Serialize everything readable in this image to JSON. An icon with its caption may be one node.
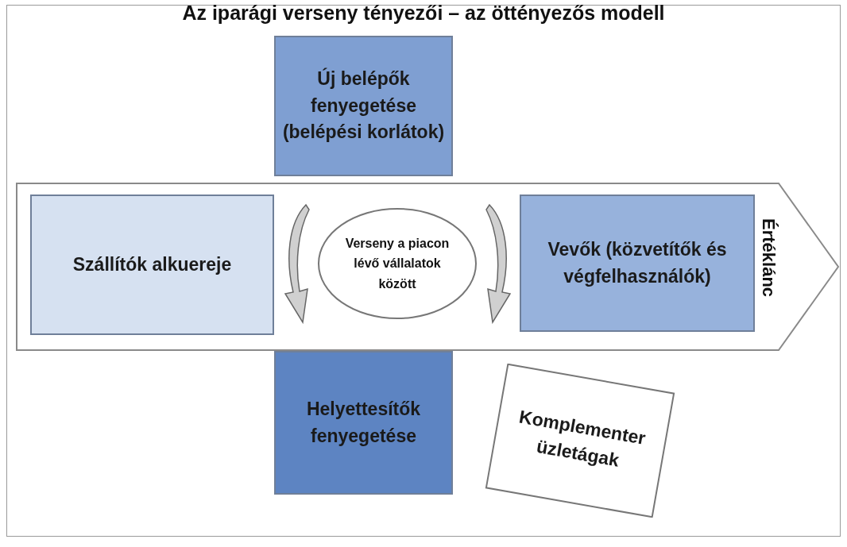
{
  "diagram": {
    "title": "Az iparági verseny tényezői – az öttényezős modell",
    "nodes": [
      {
        "text": [
          "Új belépők fenyegetése (belépési korlátok)"
        ]
      },
      {
        "text": [
          "Értéklánc"
        ]
      },
      {
        "text": [
          "Szállítók alkuereje"
        ],
        "in": 1
      },
      {
        "text": [
          "Verseny a piacon lévő vállalatok között"
        ],
        "in": 1
      },
      {
        "text": [
          "Vevők (közvetítők és végfelhasználók)"
        ],
        "in": 1
      },
      {
        "text": [
          "Helyettesítők fenyegetése"
        ]
      },
      {
        "text": [
          "Komplementer üzletágak"
        ]
      }
    ]
  }
}
